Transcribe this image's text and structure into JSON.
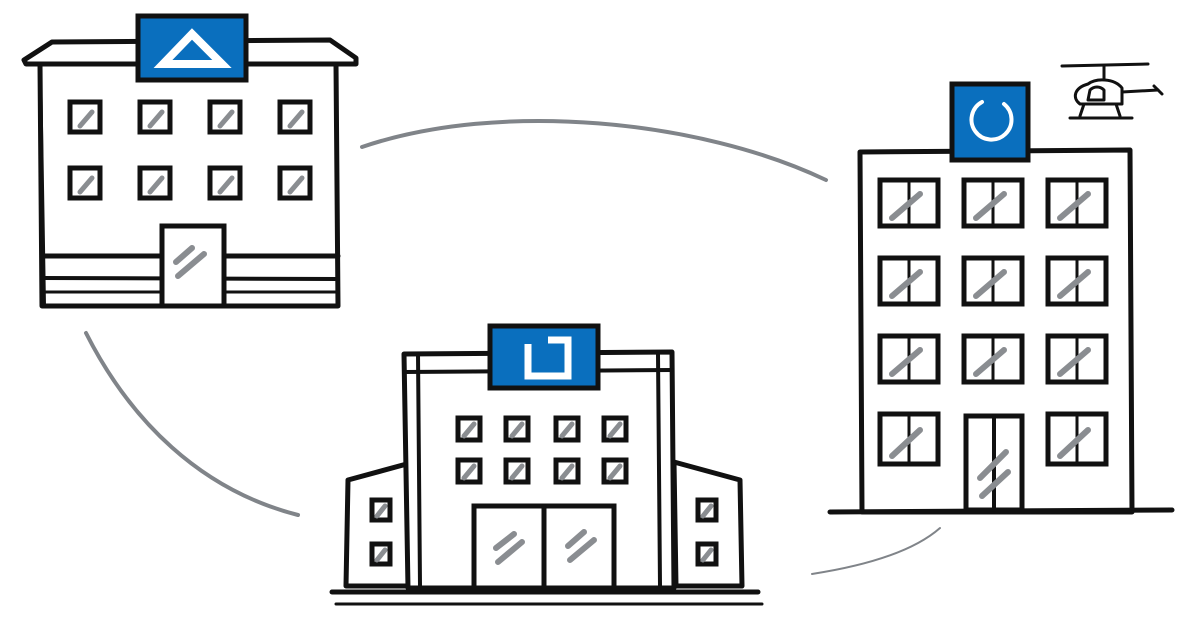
{
  "illustration": {
    "buildings": [
      {
        "id": "left",
        "sign_icon": "triangle-icon",
        "floors": 2,
        "window_columns": 4
      },
      {
        "id": "center",
        "sign_icon": "square-bracket-icon",
        "floors": 2,
        "window_columns": 4
      },
      {
        "id": "right",
        "sign_icon": "circle-icon",
        "floors": 4,
        "window_columns": 3,
        "rooftop": "helicopter-icon"
      }
    ],
    "connections": [
      "left-to-right",
      "left-to-center",
      "center-to-right"
    ]
  },
  "colors": {
    "sign_blue": "#0a6fbe",
    "ink": "#111111",
    "link_gray": "#808489",
    "glass_gray": "#8a8d91",
    "background": "#ffffff"
  }
}
